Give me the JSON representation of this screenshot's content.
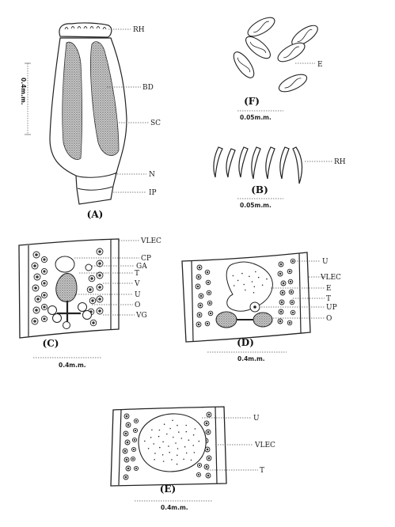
{
  "panels": {
    "A": {
      "caption": "(A)",
      "scale": "0.4m.m.",
      "labels": {
        "rh": "RH",
        "bd": "BD",
        "sc": "SC",
        "n": "N",
        "ip": "IP"
      }
    },
    "F": {
      "caption": "(F)",
      "scale": "0.05m.m.",
      "labels": {
        "e": "E"
      }
    },
    "B": {
      "caption": "(B)",
      "scale": "0.05m.m.",
      "labels": {
        "rh": "RH"
      }
    },
    "C": {
      "caption": "(C)",
      "scale": "0.4m.m.",
      "labels": {
        "vlec": "VLEC",
        "cp": "CP",
        "ga": "GA",
        "t": "T",
        "v": "V",
        "u": "U",
        "o": "O",
        "vg": "VG"
      }
    },
    "D": {
      "caption": "(D)",
      "scale": "0.4m.m.",
      "labels": {
        "u": "U",
        "vlec": "VLEC",
        "e": "E",
        "t": "T",
        "up": "UP",
        "o": "O"
      }
    },
    "E": {
      "caption": "(E)",
      "scale": "0.4m.m.",
      "labels": {
        "u": "U",
        "vlec": "VLEC",
        "t": "T"
      }
    }
  }
}
